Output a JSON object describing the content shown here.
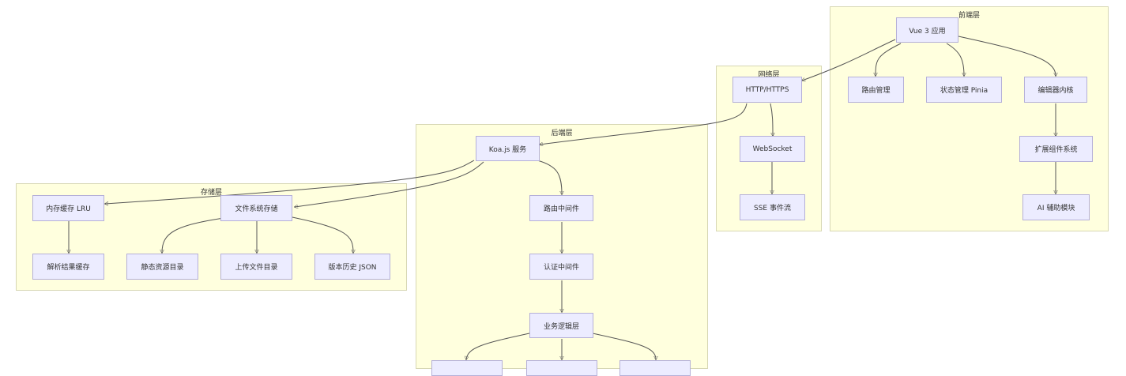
{
  "diagram": {
    "type": "flowchart",
    "colors": {
      "cluster_fill": "#ffffde",
      "cluster_border": "#d7d7b4",
      "node_fill": "#ececff",
      "node_border": "#b5b0d8",
      "edge": "#555555",
      "text": "#333333"
    },
    "clusters": {
      "frontend": {
        "label": "前端层",
        "nodes": {
          "vue": "Vue 3 应用",
          "router": "路由管理",
          "pinia": "状态管理 Pinia",
          "editor": "编辑器内核",
          "plugins": "扩展组件系统",
          "ai": "AI 辅助模块"
        }
      },
      "network": {
        "label": "网络层",
        "nodes": {
          "http": "HTTP/HTTPS",
          "ws": "WebSocket",
          "sse": "SSE 事件流"
        }
      },
      "backend": {
        "label": "后端层",
        "nodes": {
          "koa": "Koa.js 服务",
          "routemw": "路由中间件",
          "authmw": "认证中间件",
          "biz": "业务逻辑层",
          "child1": "",
          "child2": "",
          "child3": ""
        }
      },
      "storage": {
        "label": "存储层",
        "nodes": {
          "lru": "内存缓存 LRU",
          "fs": "文件系统存储",
          "parse_cache": "解析结果缓存",
          "static_dir": "静态资源目录",
          "upload_dir": "上传文件目录",
          "history": "版本历史 JSON"
        }
      }
    },
    "edges": [
      [
        "Vue 3 应用",
        "路由管理"
      ],
      [
        "Vue 3 应用",
        "状态管理 Pinia"
      ],
      [
        "Vue 3 应用",
        "编辑器内核"
      ],
      [
        "Vue 3 应用",
        "HTTP/HTTPS"
      ],
      [
        "编辑器内核",
        "扩展组件系统"
      ],
      [
        "扩展组件系统",
        "AI 辅助模块"
      ],
      [
        "HTTP/HTTPS",
        "WebSocket"
      ],
      [
        "HTTP/HTTPS",
        "Koa.js 服务"
      ],
      [
        "WebSocket",
        "SSE 事件流"
      ],
      [
        "Koa.js 服务",
        "路由中间件"
      ],
      [
        "Koa.js 服务",
        "内存缓存 LRU"
      ],
      [
        "Koa.js 服务",
        "文件系统存储"
      ],
      [
        "路由中间件",
        "认证中间件"
      ],
      [
        "认证中间件",
        "业务逻辑层"
      ],
      [
        "业务逻辑层",
        "child1"
      ],
      [
        "业务逻辑层",
        "child2"
      ],
      [
        "业务逻辑层",
        "child3"
      ],
      [
        "内存缓存 LRU",
        "解析结果缓存"
      ],
      [
        "文件系统存储",
        "静态资源目录"
      ],
      [
        "文件系统存储",
        "上传文件目录"
      ],
      [
        "文件系统存储",
        "版本历史 JSON"
      ]
    ]
  }
}
